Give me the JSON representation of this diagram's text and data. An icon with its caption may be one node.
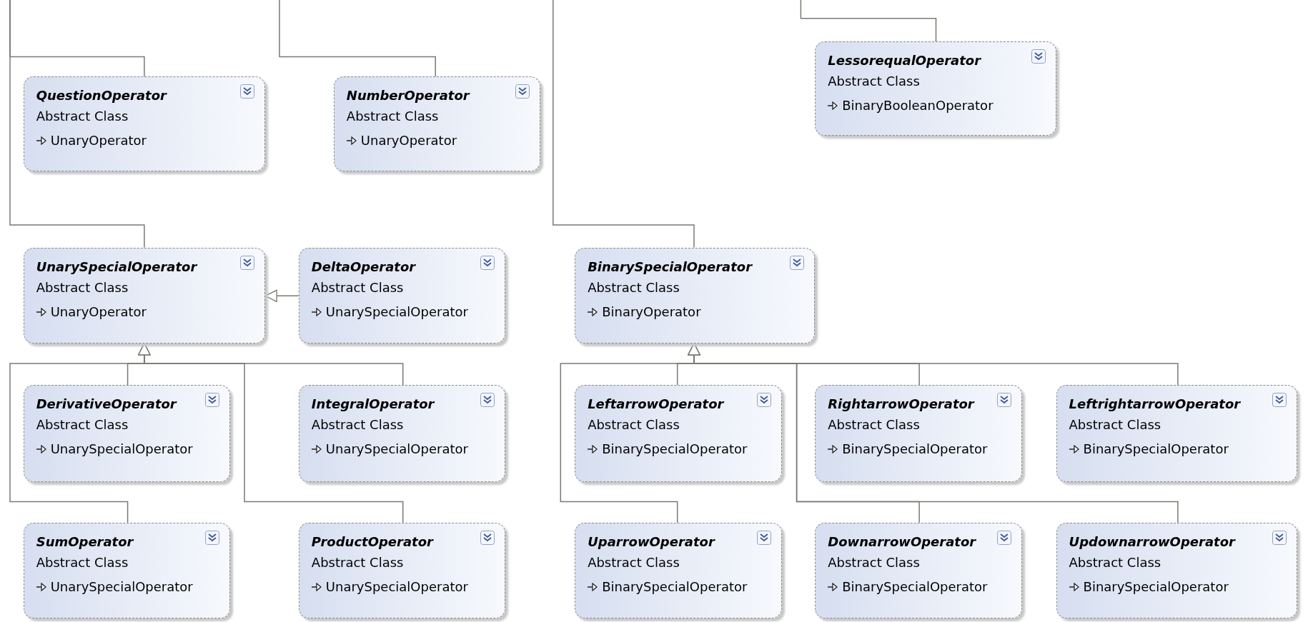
{
  "diagram": {
    "nodes": [
      {
        "text": [
          "QuestionOperator",
          "Abstract Class",
          "UnaryOperator"
        ]
      },
      {
        "text": [
          "NumberOperator",
          "Abstract Class",
          "UnaryOperator"
        ]
      },
      {
        "text": [
          "LessorequalOperator",
          "Abstract Class",
          "BinaryBooleanOperator"
        ]
      },
      {
        "text": [
          "UnarySpecialOperator",
          "Abstract Class",
          "UnaryOperator"
        ]
      },
      {
        "text": [
          "DeltaOperator",
          "Abstract Class",
          "UnarySpecialOperator"
        ]
      },
      {
        "text": [
          "BinarySpecialOperator",
          "Abstract Class",
          "BinaryOperator"
        ]
      },
      {
        "text": [
          "DerivativeOperator",
          "Abstract Class",
          "UnarySpecialOperator"
        ]
      },
      {
        "text": [
          "IntegralOperator",
          "Abstract Class",
          "UnarySpecialOperator"
        ]
      },
      {
        "text": [
          "LeftarrowOperator",
          "Abstract Class",
          "BinarySpecialOperator"
        ]
      },
      {
        "text": [
          "RightarrowOperator",
          "Abstract Class",
          "BinarySpecialOperator"
        ]
      },
      {
        "text": [
          "LeftrightarrowOperator",
          "Abstract Class",
          "BinarySpecialOperator"
        ]
      },
      {
        "text": [
          "SumOperator",
          "Abstract Class",
          "UnarySpecialOperator"
        ]
      },
      {
        "text": [
          "ProductOperator",
          "Abstract Class",
          "UnarySpecialOperator"
        ]
      },
      {
        "text": [
          "UparrowOperator",
          "Abstract Class",
          "BinarySpecialOperator"
        ]
      },
      {
        "text": [
          "DownarrowOperator",
          "Abstract Class",
          "BinarySpecialOperator"
        ]
      },
      {
        "text": [
          "UpdownarrowOperator",
          "Abstract Class",
          "BinarySpecialOperator"
        ]
      }
    ],
    "edges": [
      {
        "from": 0,
        "to": null,
        "arrow": "none"
      },
      {
        "from": 1,
        "to": null,
        "arrow": "none"
      },
      {
        "from": 2,
        "to": null,
        "arrow": "none"
      },
      {
        "from": 3,
        "to": null,
        "arrow": "none"
      },
      {
        "from": 5,
        "to": null,
        "arrow": "none"
      },
      {
        "from": 4,
        "to": 3,
        "arrow": "to"
      },
      {
        "from": 6,
        "to": 3,
        "arrow": "to"
      },
      {
        "from": 7,
        "to": 3,
        "arrow": "to"
      },
      {
        "from": 11,
        "to": 3,
        "arrow": "to"
      },
      {
        "from": 12,
        "to": 3,
        "arrow": "to"
      },
      {
        "from": 8,
        "to": 5,
        "arrow": "to"
      },
      {
        "from": 9,
        "to": 5,
        "arrow": "to"
      },
      {
        "from": 10,
        "to": 5,
        "arrow": "to"
      },
      {
        "from": 13,
        "to": 5,
        "arrow": "to"
      },
      {
        "from": 14,
        "to": 5,
        "arrow": "to"
      },
      {
        "from": 15,
        "to": 5,
        "arrow": "to"
      }
    ]
  }
}
